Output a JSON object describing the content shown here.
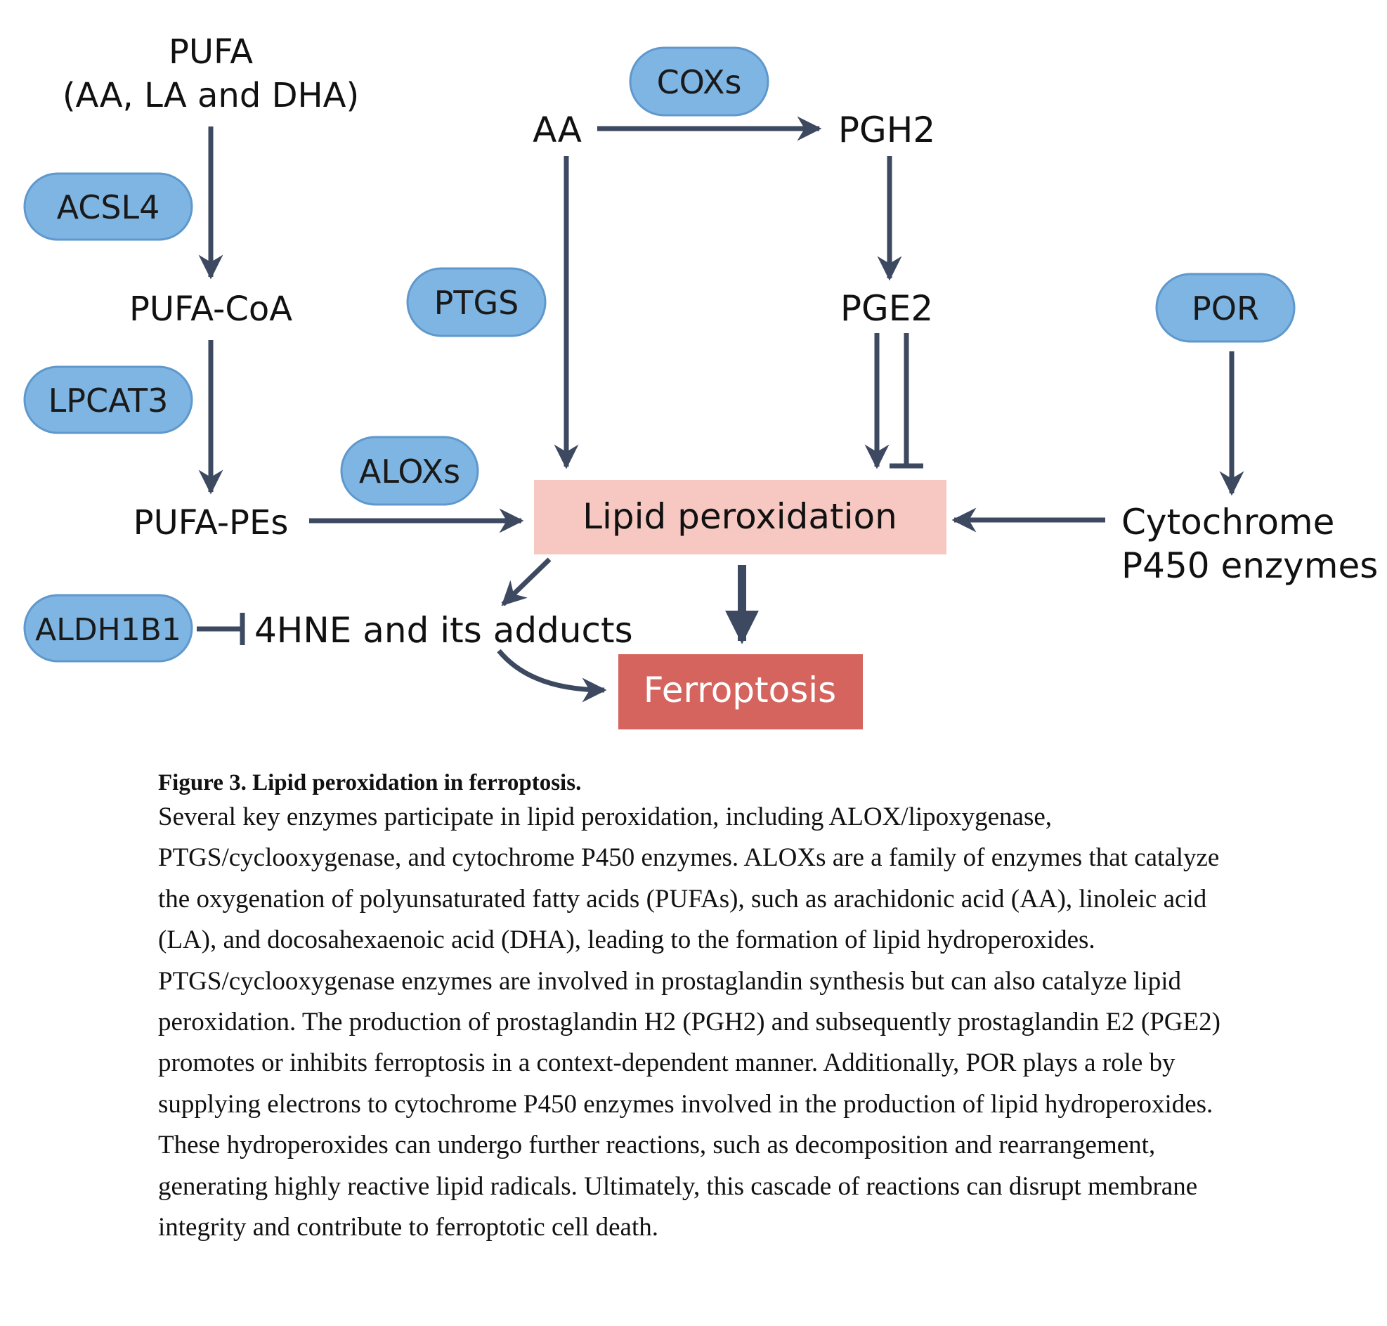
{
  "diagram": {
    "nodes": {
      "pufa_line1": "PUFA",
      "pufa_line2": "(AA, LA and DHA)",
      "pufa_coa": "PUFA-CoA",
      "pufa_pes": "PUFA-PEs",
      "aa": "AA",
      "pgh2": "PGH2",
      "pge2": "PGE2",
      "lipid_peroxidation": "Lipid peroxidation",
      "cyp_line1": "Cytochrome",
      "cyp_line2": "P450 enzymes",
      "hne": "4HNE and its adducts",
      "ferroptosis": "Ferroptosis"
    },
    "enzymes": {
      "acsl4": "ACSL4",
      "lpcat3": "LPCAT3",
      "aloxs": "ALOXs",
      "aldh1b1": "ALDH1B1",
      "ptgs": "PTGS",
      "coxs": "COXs",
      "por": "POR"
    },
    "colors": {
      "arrow": "#3c4960",
      "pill_fill": "#7fb5e3",
      "pill_stroke": "#5f98cc",
      "lipid_box": "#f6c8c1",
      "ferroptosis_box": "#d5645f",
      "ferroptosis_text": "#ffffff"
    }
  },
  "caption": {
    "title": "Figure 3. Lipid peroxidation in ferroptosis.",
    "body": "Several key enzymes participate in lipid peroxidation, including ALOX/lipoxygenase, PTGS/cyclooxygenase, and cytochrome P450 enzymes. ALOXs are a family of enzymes that catalyze the oxygenation of polyunsaturated fatty acids (PUFAs), such as arachidonic acid (AA), linoleic acid (LA), and docosahexaenoic acid (DHA), leading to the formation of lipid hydroperoxides. PTGS/cyclooxygenase enzymes are involved in prostaglandin synthesis but can also catalyze lipid peroxidation. The production of prostaglandin H2 (PGH2) and subsequently prostaglandin E2 (PGE2) promotes or inhibits ferroptosis in a context-dependent manner. Additionally, POR plays a role by supplying electrons to cytochrome P450 enzymes involved in the production of lipid hydroperoxides. These hydroperoxides can undergo further reactions, such as decomposition and rearrangement, generating highly reactive lipid radicals. Ultimately, this cascade of reactions can disrupt membrane integrity and contribute to ferroptotic cell death."
  }
}
